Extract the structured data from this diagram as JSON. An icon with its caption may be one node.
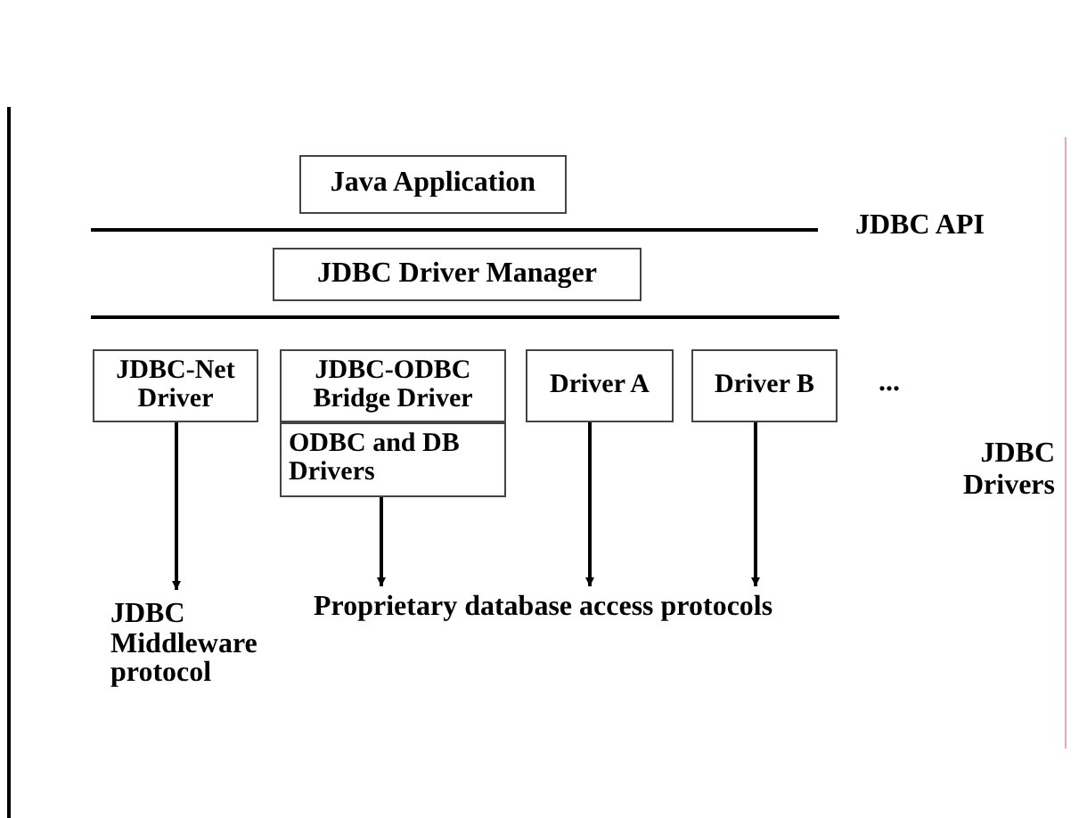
{
  "diagram": {
    "nodes": [
      {
        "text": [
          "Java Application"
        ]
      },
      {
        "text": [
          "JDBC Driver Manager"
        ]
      },
      {
        "text": [
          "JDBC-Net Driver"
        ]
      },
      {
        "text": [
          "JDBC-ODBC Bridge Driver"
        ]
      },
      {
        "text": [
          "ODBC and DB Drivers"
        ]
      },
      {
        "text": [
          "Driver A"
        ]
      },
      {
        "text": [
          "Driver B"
        ]
      },
      {
        "text": [
          "JDBC Middleware protocol"
        ]
      },
      {
        "text": [
          "Proprietary database access protocols"
        ]
      }
    ],
    "edges": [
      {
        "from": 2,
        "to": 7,
        "arrow": "to"
      },
      {
        "from": 4,
        "to": 8,
        "arrow": "to"
      },
      {
        "from": 5,
        "to": 8,
        "arrow": "to"
      },
      {
        "from": 6,
        "to": 8,
        "arrow": "to"
      }
    ],
    "labels": [
      "JDBC API",
      "...",
      "JDBC Drivers"
    ]
  }
}
